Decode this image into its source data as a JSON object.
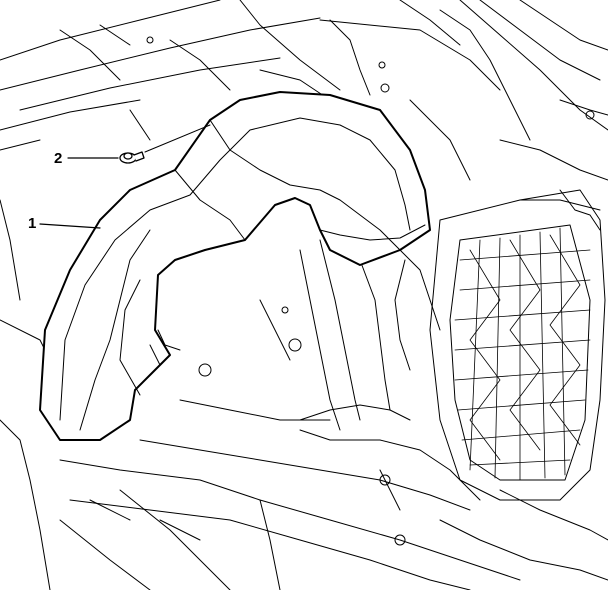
{
  "callouts": [
    {
      "id": "1",
      "label": "1",
      "part": "wheelhouse-liner"
    },
    {
      "id": "2",
      "label": "2",
      "part": "push-pin-fastener"
    }
  ],
  "colors": {
    "line": "#000000",
    "background": "#ffffff",
    "fill": "#ffffff"
  }
}
